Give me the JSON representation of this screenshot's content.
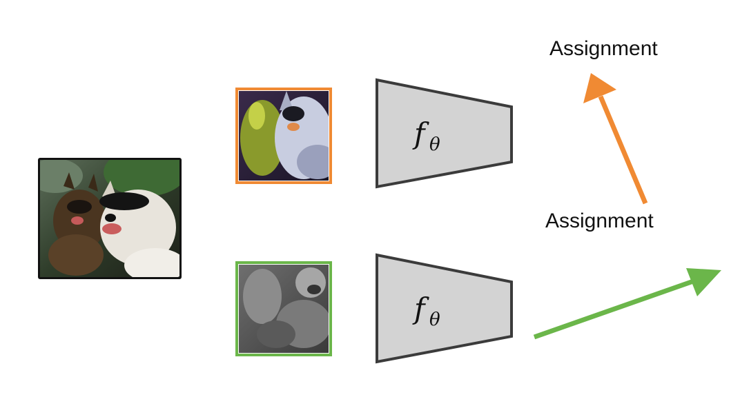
{
  "labels": {
    "top_assignment": "Assignment",
    "mid_assignment": "Assignment"
  },
  "encoder": {
    "symbol": "f",
    "subscript": "θ"
  },
  "colors": {
    "orange": "#f08a33",
    "green": "#6bb64a",
    "frame_black": "#111111",
    "encoder_fill": "#d3d3d3",
    "encoder_stroke": "#3b3b3b"
  },
  "icons": {
    "original_image": "dogs-photo-icon",
    "view_top": "dogs-crop-color-jitter-icon",
    "view_bottom": "dogs-crop-grayscale-icon"
  }
}
